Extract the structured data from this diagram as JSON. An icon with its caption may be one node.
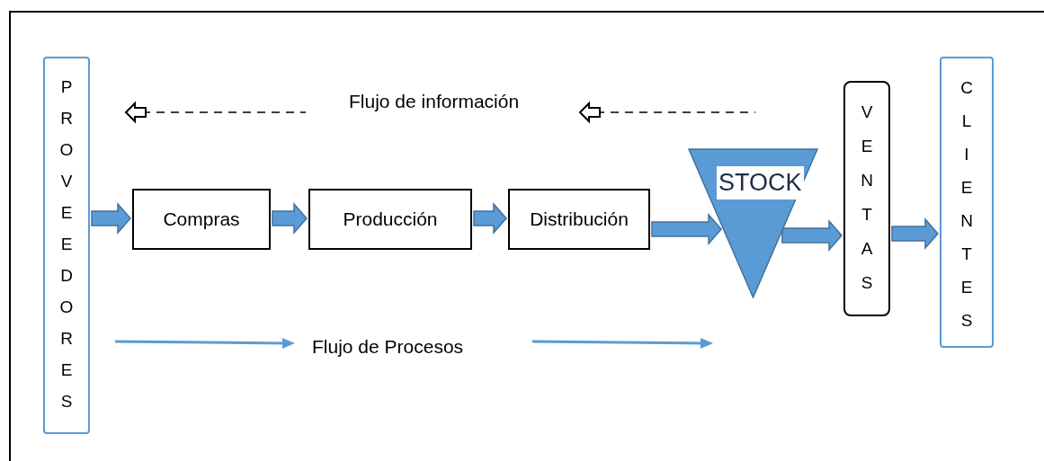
{
  "diagram": {
    "nodes": [
      {
        "text": [
          "PROVEEDORES"
        ]
      },
      {
        "text": [
          "Compras"
        ]
      },
      {
        "text": [
          "Producción"
        ]
      },
      {
        "text": [
          "Distribución"
        ]
      },
      {
        "text": [
          "STOCK"
        ]
      },
      {
        "text": [
          "VENTAS"
        ]
      },
      {
        "text": [
          "CLIENTES"
        ]
      }
    ],
    "edges": [
      {
        "from": 0,
        "to": 1,
        "arrow": "to"
      },
      {
        "from": 1,
        "to": 2,
        "arrow": "to"
      },
      {
        "from": 2,
        "to": 3,
        "arrow": "to"
      },
      {
        "from": 3,
        "to": 4,
        "arrow": "to"
      },
      {
        "from": 4,
        "to": 5,
        "arrow": "to"
      },
      {
        "from": 5,
        "to": 6,
        "arrow": "to"
      }
    ],
    "labels": [
      "Flujo de información",
      "Flujo de Procesos"
    ]
  }
}
